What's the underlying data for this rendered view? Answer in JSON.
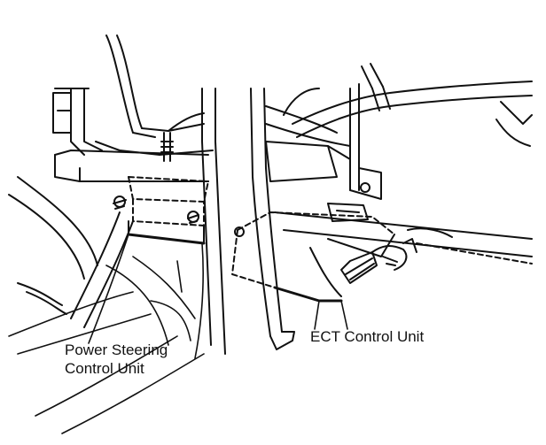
{
  "labels": {
    "power_steering_line1": "Power Steering",
    "power_steering_line2": "Control Unit",
    "ect": "ECT Control Unit"
  },
  "colors": {
    "ink": "#111111",
    "paper": "#ffffff"
  }
}
